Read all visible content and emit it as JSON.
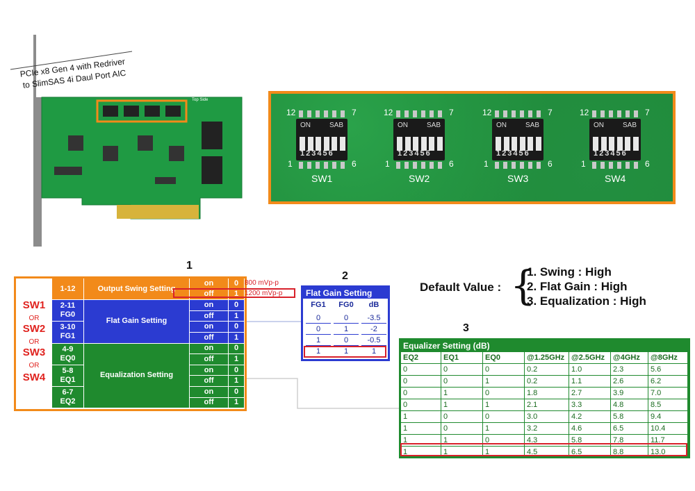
{
  "card_tag": {
    "line1": "PCIe x8 Gen 4 with Redriver",
    "line2": "to SlimSAS 4i Daul Port AIC"
  },
  "card_silk": {
    "side": "Top Side"
  },
  "dip_switches": [
    {
      "name": "SW1",
      "on": "ON",
      "sab": "SAB",
      "pin_hi_left": "12",
      "pin_hi_right": "7",
      "pin_lo_left": "1",
      "pin_lo_right": "6",
      "nums": "123456"
    },
    {
      "name": "SW2",
      "on": "ON",
      "sab": "SAB",
      "pin_hi_left": "12",
      "pin_hi_right": "7",
      "pin_lo_left": "1",
      "pin_lo_right": "6",
      "nums": "123456"
    },
    {
      "name": "SW3",
      "on": "ON",
      "sab": "SAB",
      "pin_hi_left": "12",
      "pin_hi_right": "7",
      "pin_lo_left": "1",
      "pin_lo_right": "6",
      "nums": "123456"
    },
    {
      "name": "SW4",
      "on": "ON",
      "sab": "SAB",
      "pin_hi_left": "12",
      "pin_hi_right": "7",
      "pin_lo_left": "1",
      "pin_lo_right": "6",
      "nums": "123456"
    }
  ],
  "section_numbers": {
    "s1": "1",
    "s2": "2",
    "s3": "3"
  },
  "switch_table": {
    "sw_labels": [
      "SW1",
      "SW2",
      "SW3",
      "SW4"
    ],
    "or": "OR",
    "groups": [
      {
        "pins": "1-12",
        "setting": "Output Swing Setting",
        "rows": [
          {
            "state": "on",
            "val": "0",
            "note": "800 mVp-p"
          },
          {
            "state": "off",
            "val": "1",
            "note": "1200 mVp-p"
          }
        ]
      },
      {
        "pins": "2-11",
        "sig": "FG0",
        "setting": "Flat Gain Setting",
        "rows": [
          {
            "state": "on",
            "val": "0"
          },
          {
            "state": "off",
            "val": "1"
          }
        ]
      },
      {
        "pins": "3-10",
        "sig": "FG1",
        "rows": [
          {
            "state": "on",
            "val": "0"
          },
          {
            "state": "off",
            "val": "1"
          }
        ]
      },
      {
        "pins": "4-9",
        "sig": "EQ0",
        "setting": "Equalization Setting",
        "rows": [
          {
            "state": "on",
            "val": "0"
          },
          {
            "state": "off",
            "val": "1"
          }
        ]
      },
      {
        "pins": "5-8",
        "sig": "EQ1",
        "rows": [
          {
            "state": "on",
            "val": "0"
          },
          {
            "state": "off",
            "val": "1"
          }
        ]
      },
      {
        "pins": "6-7",
        "sig": "EQ2",
        "rows": [
          {
            "state": "on",
            "val": "0"
          },
          {
            "state": "off",
            "val": "1"
          }
        ]
      }
    ]
  },
  "flat_gain": {
    "title": "Flat Gain Setting",
    "headers": [
      "FG1",
      "FG0",
      "dB"
    ],
    "rows": [
      [
        "0",
        "0",
        "-3.5"
      ],
      [
        "0",
        "1",
        "-2"
      ],
      [
        "1",
        "0",
        "-0.5"
      ],
      [
        "1",
        "1",
        "1"
      ]
    ]
  },
  "defaults": {
    "label": "Default Value :",
    "items": [
      "1. Swing : High",
      "2. Flat Gain : High",
      "3. Equalization : High"
    ]
  },
  "equalizer": {
    "title": "Equalizer Setting (dB)",
    "headers": [
      "EQ2",
      "EQ1",
      "EQ0",
      "@1.25GHz",
      "@2.5GHz",
      "@4GHz",
      "@8GHz"
    ],
    "rows": [
      [
        "0",
        "0",
        "0",
        "0.2",
        "1.0",
        "2.3",
        "5.6"
      ],
      [
        "0",
        "0",
        "1",
        "0.2",
        "1.1",
        "2.6",
        "6.2"
      ],
      [
        "0",
        "1",
        "0",
        "1.8",
        "2.7",
        "3.9",
        "7.0"
      ],
      [
        "0",
        "1",
        "1",
        "2.1",
        "3.3",
        "4.8",
        "8.5"
      ],
      [
        "1",
        "0",
        "0",
        "3.0",
        "4.2",
        "5.8",
        "9.4"
      ],
      [
        "1",
        "0",
        "1",
        "3.2",
        "4.6",
        "6.5",
        "10.4"
      ],
      [
        "1",
        "1",
        "0",
        "4.3",
        "5.8",
        "7.8",
        "11.7"
      ],
      [
        "1",
        "1",
        "1",
        "4.5",
        "6.5",
        "8.8",
        "13.0"
      ]
    ]
  },
  "colors": {
    "orange": "#f28a1a",
    "blue": "#2b3bd1",
    "green": "#1f8a2e",
    "red": "#d8202a"
  }
}
